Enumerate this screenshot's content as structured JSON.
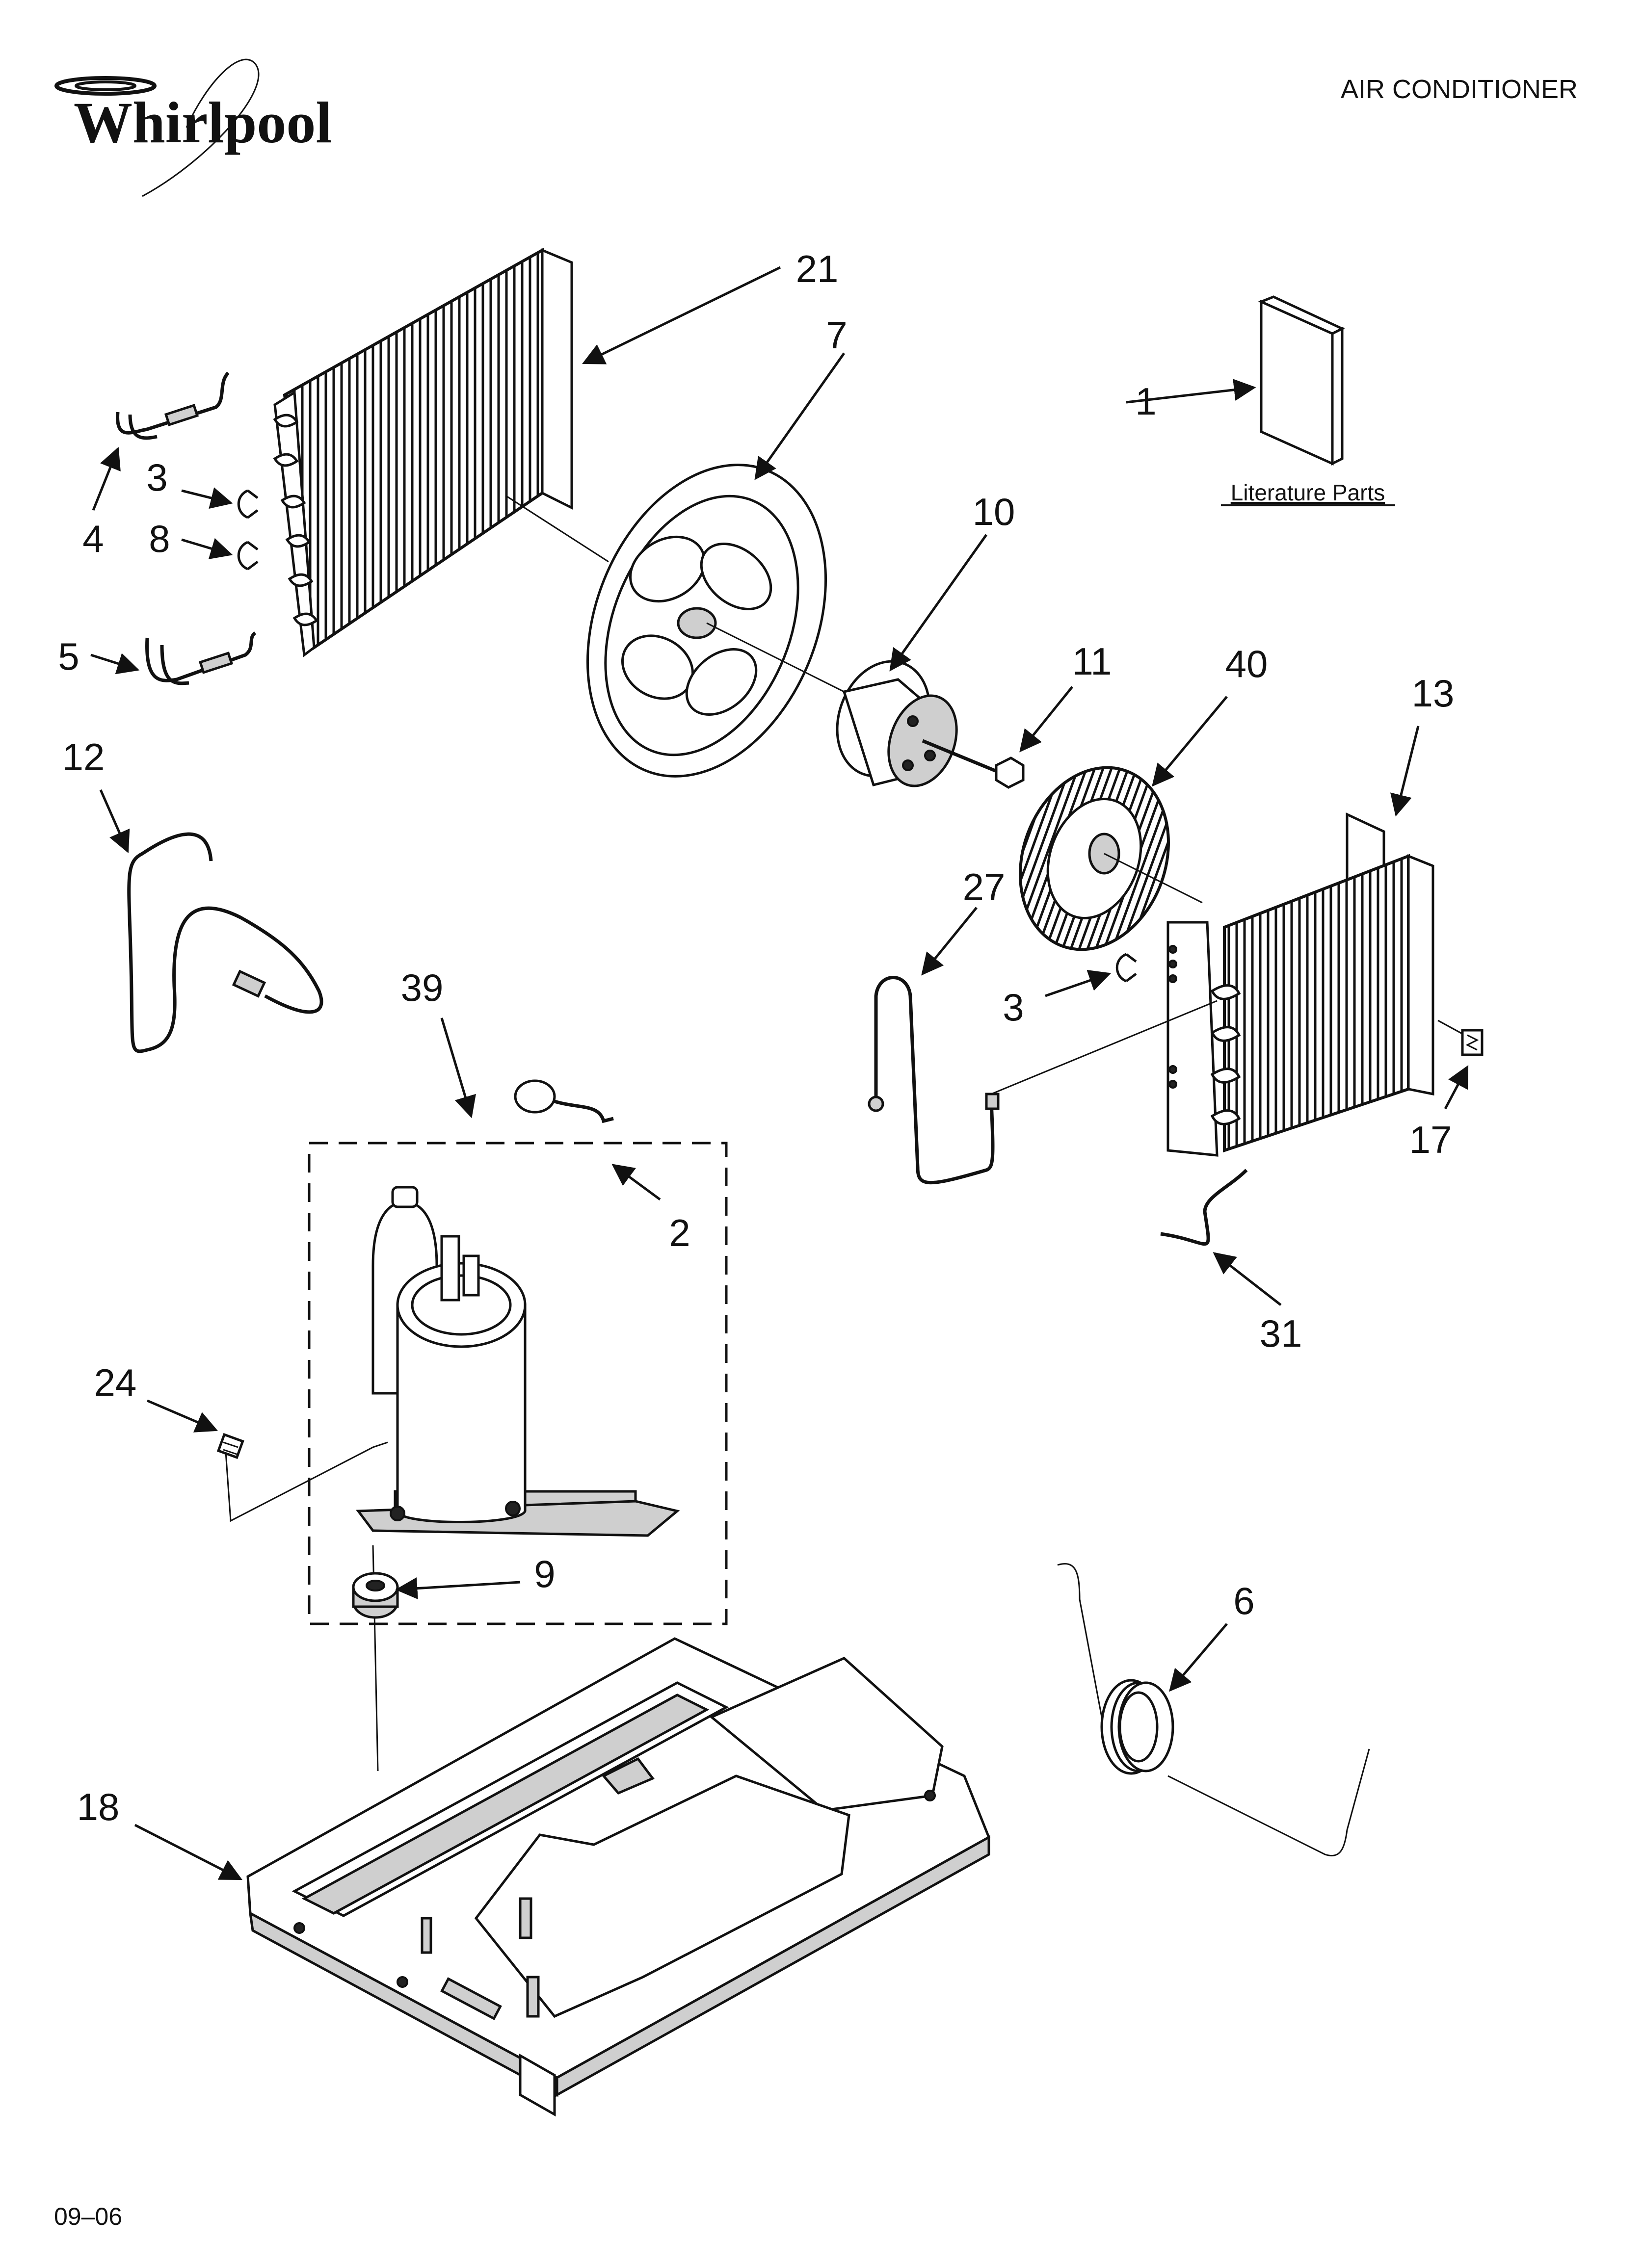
{
  "header": {
    "brand": "Whirlpool",
    "document_title": "AIR CONDITIONER"
  },
  "literature": {
    "label": "Literature Parts"
  },
  "footer": {
    "date_code": "09–06"
  },
  "callouts": {
    "c21": "21",
    "c7": "7",
    "c1": "1",
    "c3a": "3",
    "c4": "4",
    "c8": "8",
    "c5": "5",
    "c10": "10",
    "c11": "11",
    "c40": "40",
    "c13": "13",
    "c12": "12",
    "c27": "27",
    "c3b": "3",
    "c39": "39",
    "c17": "17",
    "c2": "2",
    "c31": "31",
    "c24": "24",
    "c9": "9",
    "c6": "6",
    "c18": "18"
  }
}
